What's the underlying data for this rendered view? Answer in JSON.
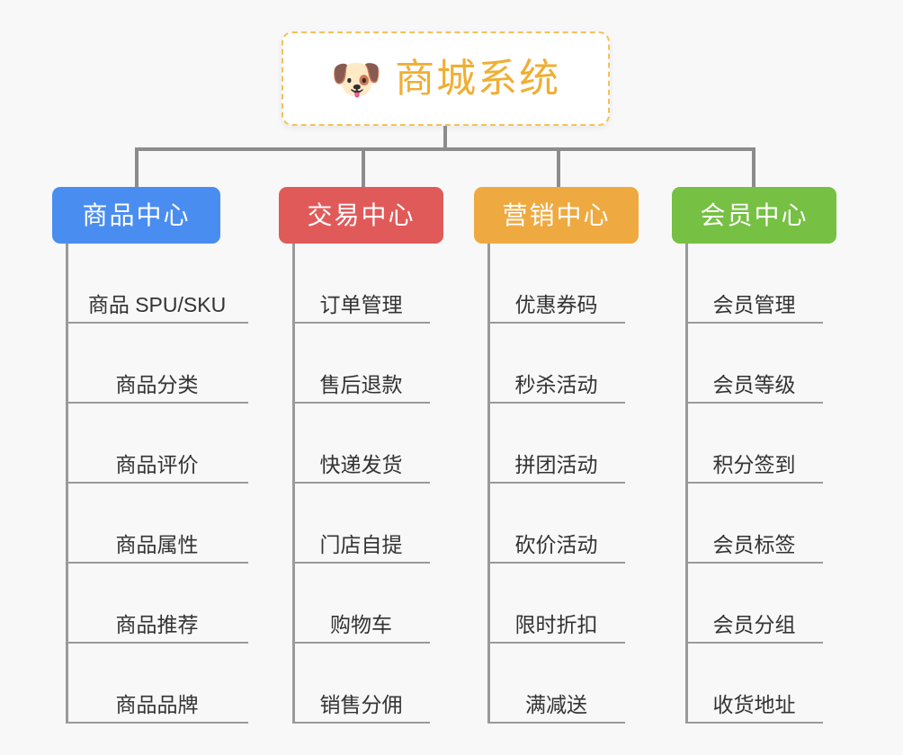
{
  "background_color": "#f8f8f8",
  "root": {
    "emoji": "🐶",
    "emoji_name": "dog-face-emoji",
    "title": "商城系统",
    "title_color": "#f0ae33",
    "border_color": "#f3c25b",
    "background_color": "#ffffff"
  },
  "connector_color": "#8c8c8c",
  "branches": [
    {
      "id": "product-center",
      "label": "商品中心",
      "color": "#4a8df0",
      "items": [
        "商品 SPU/SKU",
        "商品分类",
        "商品评价",
        "商品属性",
        "商品推荐",
        "商品品牌"
      ]
    },
    {
      "id": "trade-center",
      "label": "交易中心",
      "color": "#e15a5a",
      "items": [
        "订单管理",
        "售后退款",
        "快递发货",
        "门店自提",
        "购物车",
        "销售分佣"
      ]
    },
    {
      "id": "marketing-center",
      "label": "营销中心",
      "color": "#eeaa41",
      "items": [
        "优惠券码",
        "秒杀活动",
        "拼团活动",
        "砍价活动",
        "限时折扣",
        "满减送"
      ]
    },
    {
      "id": "member-center",
      "label": "会员中心",
      "color": "#76c043",
      "items": [
        "会员管理",
        "会员等级",
        "积分签到",
        "会员标签",
        "会员分组",
        "收货地址"
      ]
    }
  ]
}
